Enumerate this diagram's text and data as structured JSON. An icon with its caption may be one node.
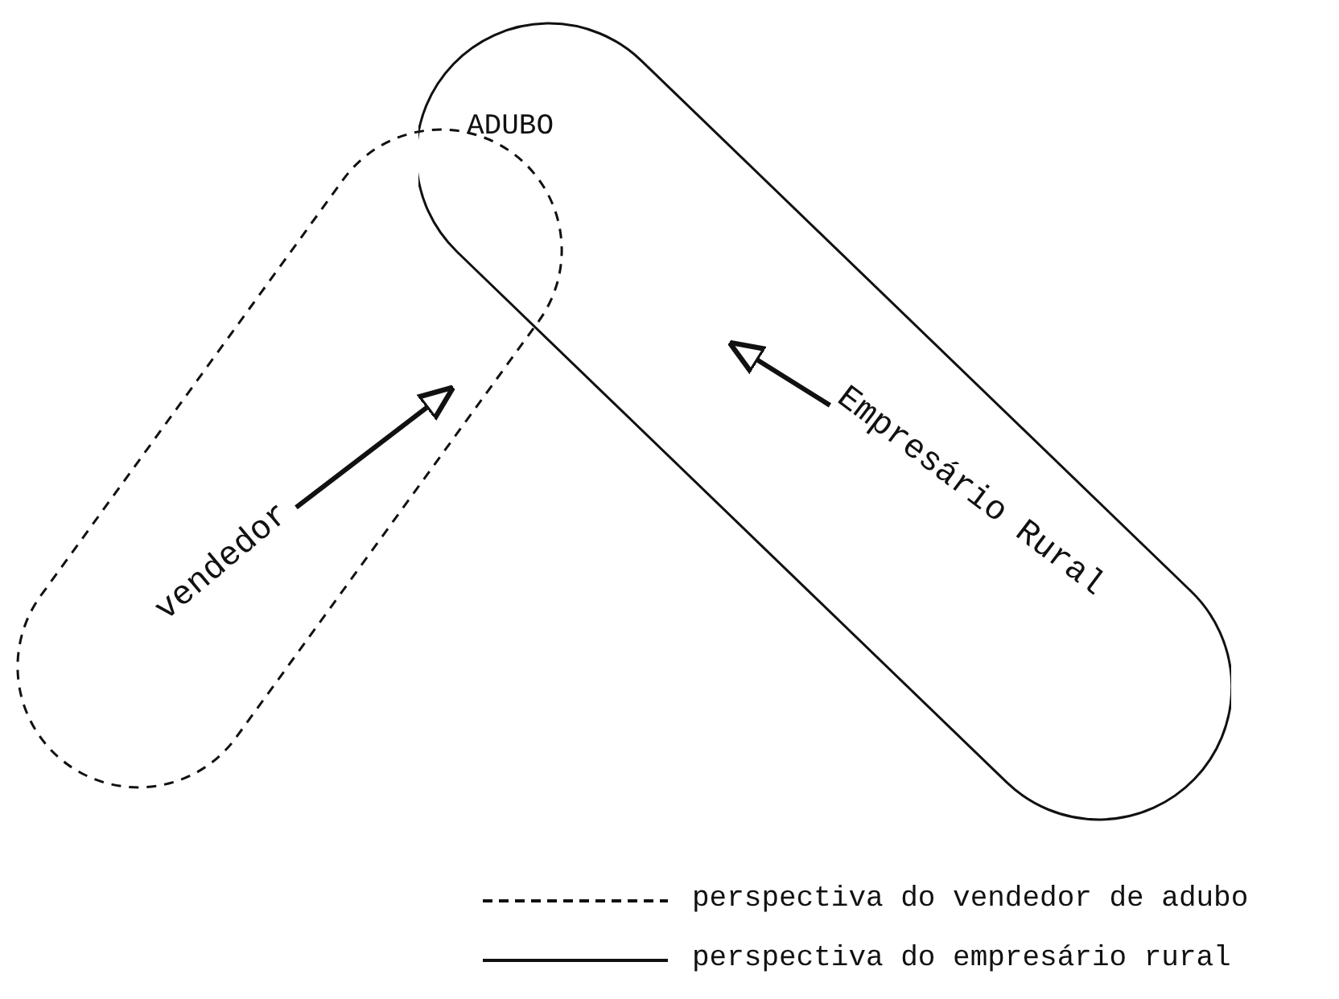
{
  "diagram": {
    "nodes": [
      {
        "text": [],
        "shape": "capsule"
      },
      {
        "text": [],
        "shape": "capsule"
      },
      {
        "text": [
          "ADUBO"
        ]
      },
      {
        "text": [
          "vendedor"
        ],
        "in": 0
      },
      {
        "text": [
          "Empresário Rural"
        ],
        "in": 1
      }
    ],
    "edges": [
      {
        "from": 3,
        "to": null,
        "arrow": "to"
      },
      {
        "from": 4,
        "to": null,
        "arrow": "to"
      }
    ],
    "legend": [
      {
        "text": "perspectiva do vendedor de adubo"
      },
      {
        "text": "perspectiva do empresário rural"
      }
    ]
  }
}
